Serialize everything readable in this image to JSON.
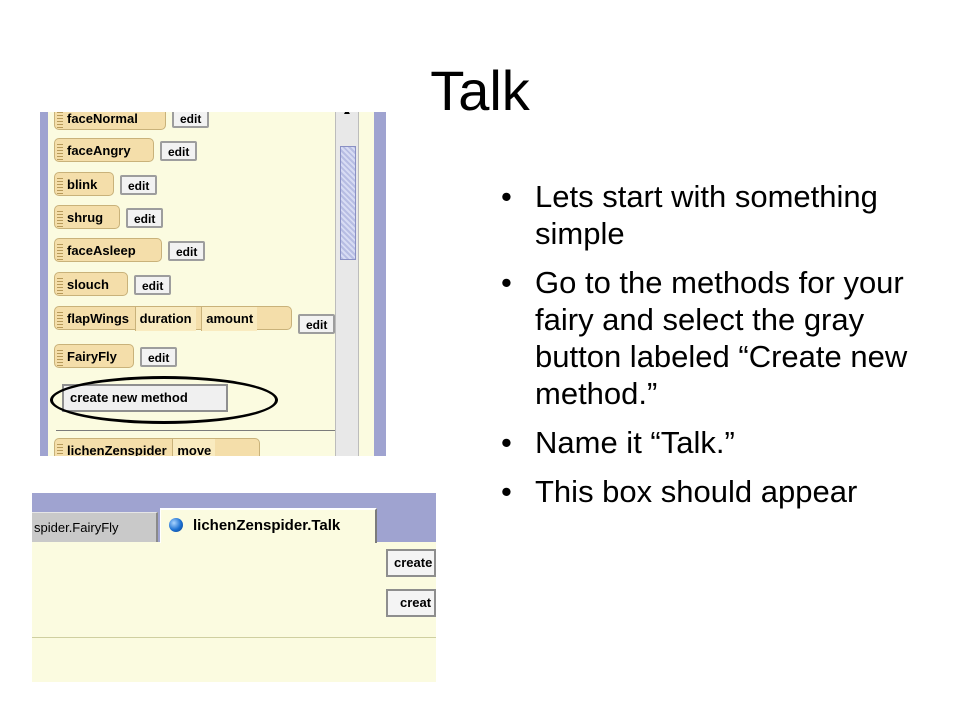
{
  "title": "Talk",
  "bullets": [
    "Lets start with something simple",
    "Go to the methods for your fairy and select the gray button labeled “Create new method.”",
    "Name it “Talk.”",
    "This  box should appear"
  ],
  "bullet_glyph": "•",
  "method_list": {
    "methods": [
      "faceNormal",
      "faceAngry",
      "blink",
      "shrug",
      "faceAsleep",
      "slouch",
      "flapWings",
      "FairyFly"
    ],
    "flapwings_params": [
      "duration",
      "amount"
    ],
    "edit_label": "edit",
    "create_label": "create new method",
    "partial_item": "lichenZenspider",
    "partial_action": "move"
  },
  "editor": {
    "tab_inactive": "spider.FairyFly",
    "tab_active": "lichenZenspider.Talk",
    "button1": "create",
    "button2": "creat"
  },
  "colors": {
    "panel_bg": "#fbfbe0",
    "tile_bg": "#f4deaa",
    "frame_blue": "#9fa3d0"
  }
}
